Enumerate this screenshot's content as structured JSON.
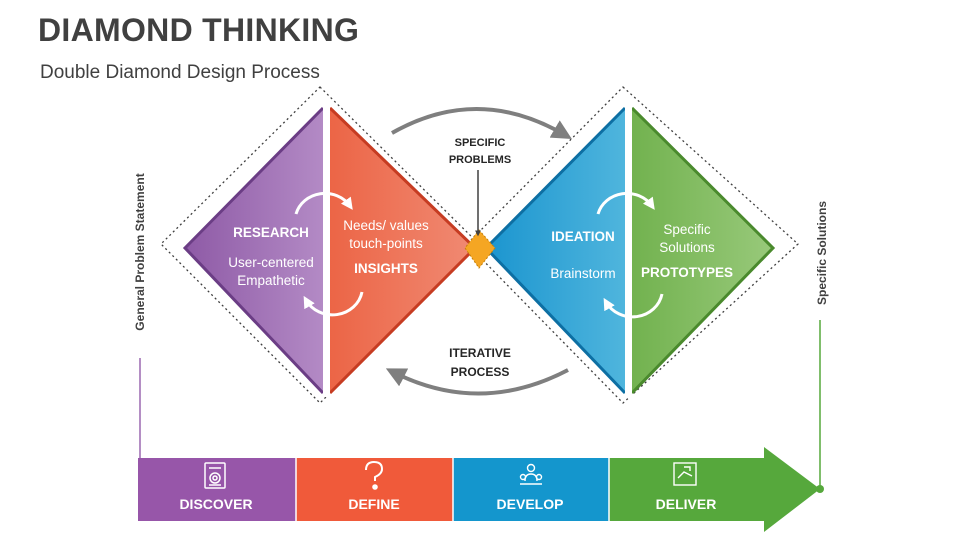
{
  "title": "DIAMOND THINKING",
  "subtitle": "Double Diamond Design Process",
  "side_labels": {
    "left": "General Problem Statement",
    "right": "Specific Solutions"
  },
  "diamond1": {
    "left": {
      "heading": "RESEARCH",
      "line1": "User-centered",
      "line2": "Empathetic",
      "color": "#9b69b0"
    },
    "right": {
      "line1": "Needs/ values",
      "line2": "touch-points",
      "heading": "INSIGHTS",
      "color": "#ee6e55"
    }
  },
  "diamond2": {
    "left": {
      "heading": "IDEATION",
      "line1": "Brainstorm",
      "color": "#2c9fd4"
    },
    "right": {
      "line1": "Specific",
      "line2": "Solutions",
      "heading": "PROTOTYPES",
      "color": "#7dba5a"
    }
  },
  "annotations": {
    "specific_problems": [
      "SPECIFIC",
      "PROBLEMS"
    ],
    "iterative_process": [
      "ITERATIVE",
      "PROCESS"
    ]
  },
  "phases": [
    {
      "label": "DISCOVER",
      "icon": "document-search-icon",
      "color": "#9756a9"
    },
    {
      "label": "DEFINE",
      "icon": "question-icon",
      "color": "#f05a3a"
    },
    {
      "label": "DEVELOP",
      "icon": "team-icon",
      "color": "#1496cd"
    },
    {
      "label": "DELIVER",
      "icon": "delivery-icon",
      "color": "#56a83c"
    }
  ]
}
